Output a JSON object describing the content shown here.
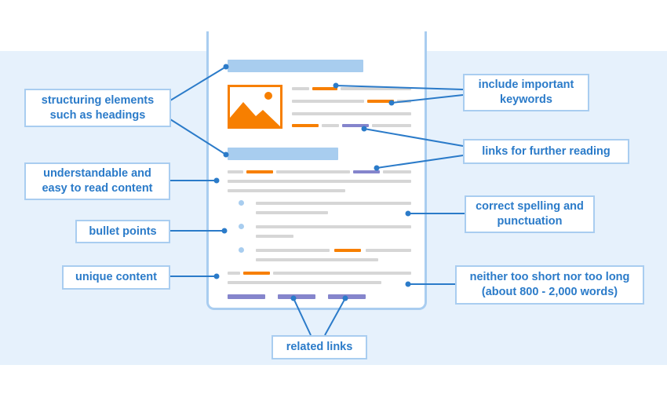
{
  "labels": {
    "structuring": "structuring elements\nsuch as headings",
    "understandable": "understandable and\neasy to read content",
    "bullets": "bullet points",
    "unique": "unique content",
    "keywords": "include important\nkeywords",
    "further_reading": "links for further reading",
    "spelling": "correct spelling and\npunctuation",
    "length": "neither too short nor too long\n(about 800 - 2,000 words)",
    "related": "related links"
  },
  "colors": {
    "panel": "#e6f1fc",
    "label_text": "#2b7bc9",
    "connector": "#2b7bc9",
    "keyword": "#f77f00",
    "link": "#8585cc",
    "heading": "#a8cdef",
    "text_line": "#d6d6d6"
  },
  "icons": {
    "image": "image-placeholder-icon"
  }
}
